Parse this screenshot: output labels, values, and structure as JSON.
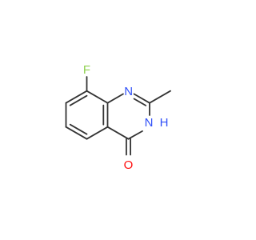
{
  "molecule": {
    "atoms": {
      "fluorine": {
        "symbol": "F",
        "color": "#8fd14f"
      },
      "nitrogen_1": {
        "symbol": "N",
        "color": "#3050f8"
      },
      "nitrogen_3": {
        "symbol": "N",
        "color": "#3050f8"
      },
      "hydrogen_3": {
        "symbol": "H",
        "color": "#3050f8"
      },
      "oxygen": {
        "symbol": "O",
        "color": "#ff0d0d"
      }
    },
    "bond_color": "#333333"
  }
}
